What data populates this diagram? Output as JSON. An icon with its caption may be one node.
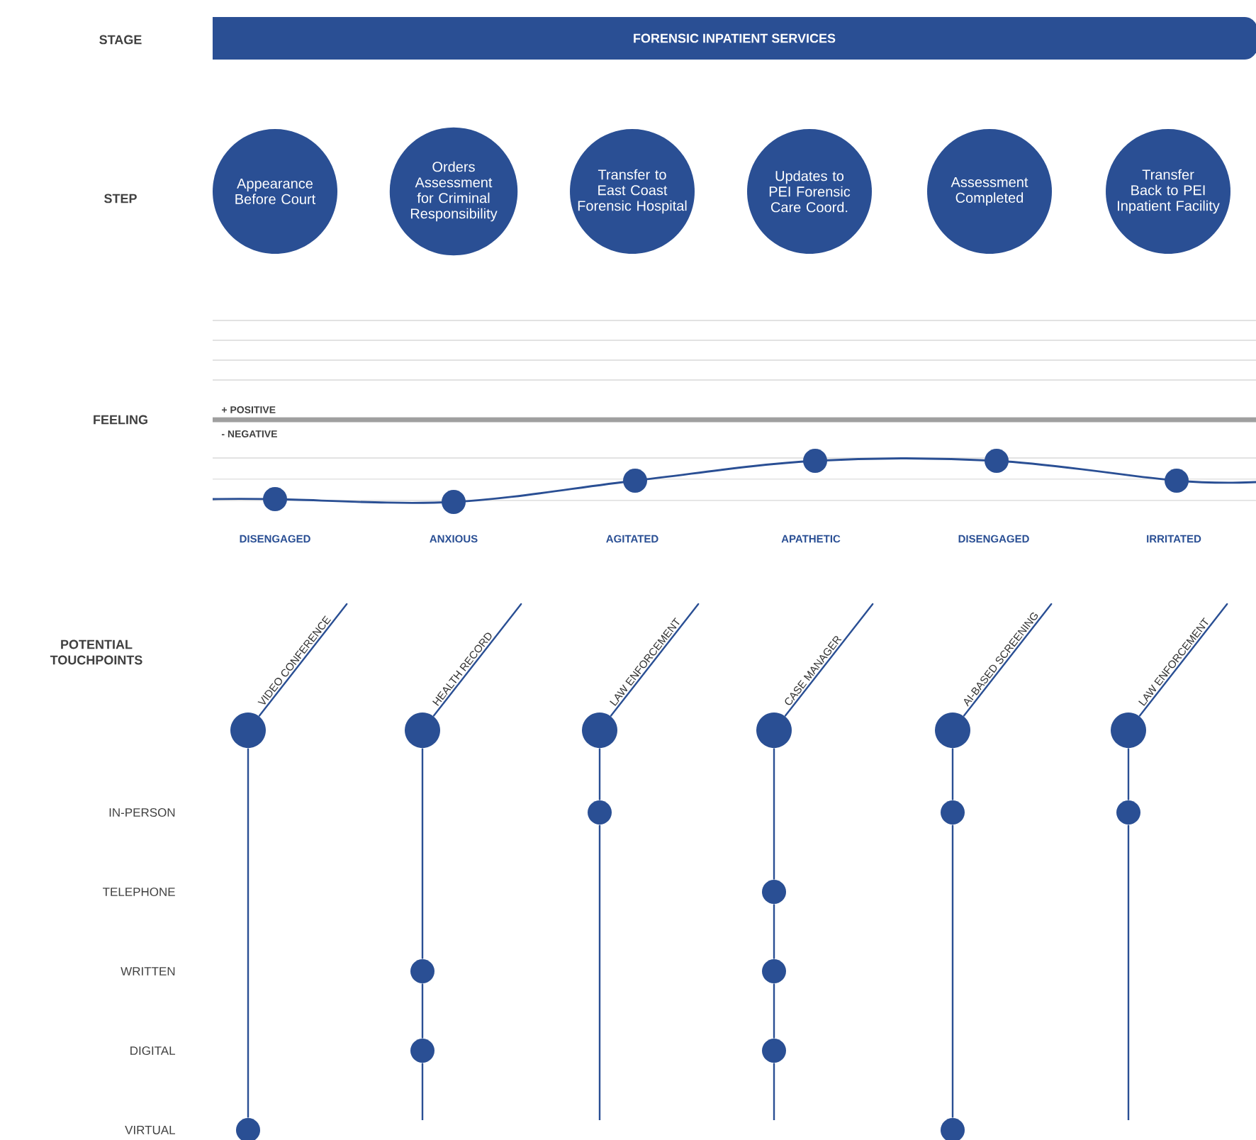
{
  "diagram": {
    "nodes": [
      {
        "text": [
          "FORENSIC INPATIENT SERVICES"
        ]
      },
      {
        "text": [
          "Appearance Before Court"
        ]
      },
      {
        "text": [
          "Orders Assessment for Criminal Responsibility"
        ]
      },
      {
        "text": [
          "Transfer to East Coast Forensic Hospital"
        ]
      },
      {
        "text": [
          "Updates to PEI Forensic Care Coord."
        ]
      },
      {
        "text": [
          "Assessment Completed"
        ]
      },
      {
        "text": [
          "Transfer Back to PEI Inpatient Facility"
        ]
      },
      {
        "text": [],
        "shape": "circle",
        "beside": [
          "VIDEO CONFERENCE"
        ]
      },
      {
        "text": [],
        "shape": "circle"
      },
      {
        "text": [],
        "shape": "circle",
        "beside": [
          "HEALTH RECORD"
        ]
      },
      {
        "text": [],
        "shape": "circle"
      },
      {
        "text": [],
        "shape": "circle"
      },
      {
        "text": [],
        "shape": "circle",
        "beside": [
          "LAW ENFORCEMENT"
        ]
      },
      {
        "text": [],
        "shape": "circle"
      },
      {
        "text": [],
        "shape": "circle",
        "beside": [
          "CASE MANAGER"
        ]
      },
      {
        "text": [],
        "shape": "circle"
      },
      {
        "text": [],
        "shape": "circle"
      },
      {
        "text": [],
        "shape": "circle"
      },
      {
        "text": [],
        "shape": "circle",
        "beside": [
          "AI-BASED SCREENING"
        ]
      },
      {
        "text": [],
        "shape": "circle"
      },
      {
        "text": [],
        "shape": "circle"
      },
      {
        "text": [],
        "shape": "circle",
        "beside": [
          "LAW ENFORCEMENT"
        ]
      },
      {
        "text": [],
        "shape": "circle"
      }
    ],
    "edges": [
      {
        "from": 7,
        "to": 8,
        "arrow": "none"
      },
      {
        "from": 9,
        "to": 10,
        "arrow": "none"
      },
      {
        "from": 10,
        "to": 11,
        "arrow": "none"
      },
      {
        "from": 12,
        "to": 13,
        "arrow": "none"
      },
      {
        "from": 14,
        "to": 15,
        "arrow": "none"
      },
      {
        "from": 15,
        "to": 16,
        "arrow": "none"
      },
      {
        "from": 16,
        "to": 17,
        "arrow": "none"
      },
      {
        "from": 18,
        "to": 19,
        "arrow": "none"
      },
      {
        "from": 19,
        "to": 20,
        "arrow": "none"
      },
      {
        "from": 21,
        "to": 22,
        "arrow": "none"
      }
    ],
    "labels": [
      "STAGE",
      "STEP",
      "+ POSITIVE",
      "FEELING",
      "- NEGATIVE",
      "DISENGAGED",
      "ANXIOUS",
      "AGITATED",
      "APATHETIC",
      "DISENGAGED",
      "IRRITATED",
      "POTENTIAL TOUCHPOINTS",
      "IN-PERSON",
      "TELEPHONE",
      "WRITTEN",
      "DIGITAL",
      "VIRTUAL"
    ]
  }
}
